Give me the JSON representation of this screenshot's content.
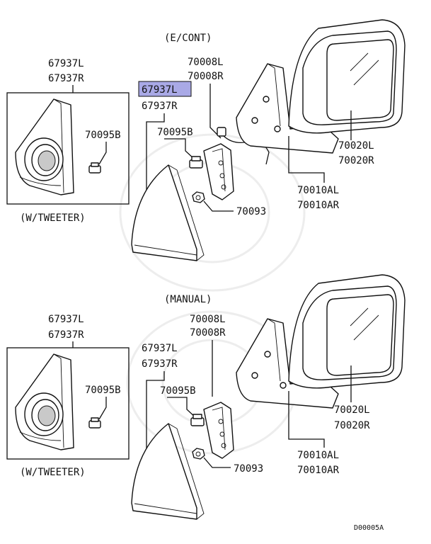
{
  "sections": [
    {
      "header": "(E/CONT)",
      "inset_caption": "(W/TWEETER)",
      "inset_part_a": "67937L",
      "inset_part_b": "67937R",
      "inset_screw": "70095B",
      "bracket_a": "70008L",
      "bracket_b": "70008R",
      "cover_a": "67937L",
      "cover_b": "67937R",
      "cover_screw": "70095B",
      "nut": "70093",
      "glass_a": "70020L",
      "glass_b": "70020R",
      "mirror_a": "70010AL",
      "mirror_b": "70010AR"
    },
    {
      "header": "(MANUAL)",
      "inset_caption": "(W/TWEETER)",
      "inset_part_a": "67937L",
      "inset_part_b": "67937R",
      "inset_screw": "70095B",
      "bracket_a": "70008L",
      "bracket_b": "70008R",
      "cover_a": "67937L",
      "cover_b": "67937R",
      "cover_screw": "70095B",
      "nut": "70093",
      "glass_a": "70020L",
      "glass_b": "70020R",
      "mirror_a": "70010AL",
      "mirror_b": "70010AR"
    }
  ],
  "highlight_color": "#a9a9e6",
  "diagram_code": "D00005A"
}
